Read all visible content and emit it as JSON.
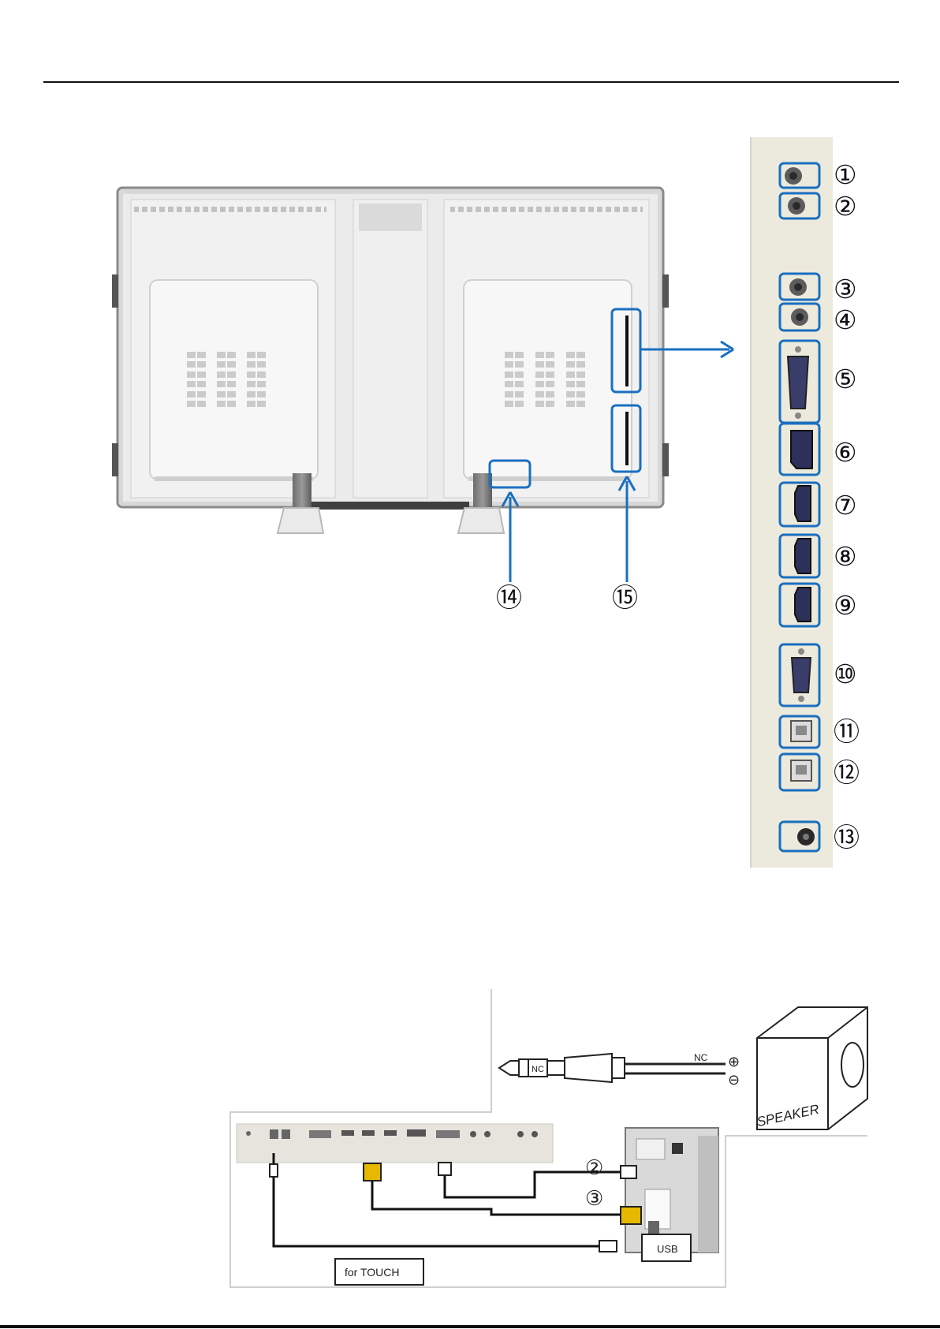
{
  "panel_markers": [
    "①",
    "②",
    "③",
    "④",
    "⑤",
    "⑥",
    "⑦",
    "⑧",
    "⑨",
    "⑩",
    "⑪",
    "⑫",
    "⑬"
  ],
  "back_markers": [
    "⑭",
    "⑮"
  ],
  "connection": {
    "speaker_label": "SPEAKER",
    "nc_top": "NC",
    "nc_plug": "NC",
    "plus": "⊕",
    "minus": "⊖",
    "cable_markers": [
      "②",
      "③"
    ],
    "usb_label": "USB",
    "touch_label": "for TOUCH"
  },
  "colors": {
    "accent": "#1a6fc0",
    "cable_hdmi": "#e6b800"
  }
}
